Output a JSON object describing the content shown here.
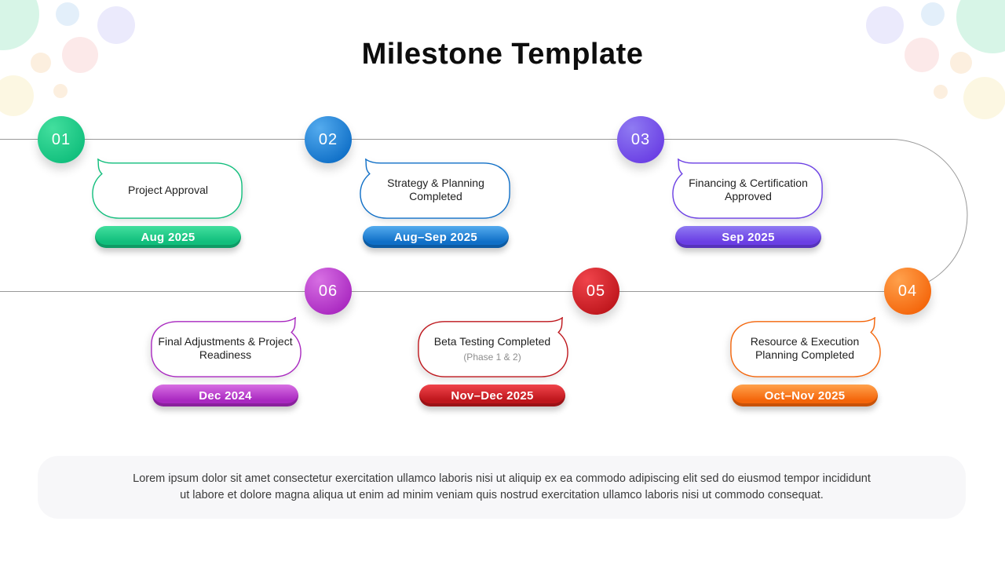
{
  "title": "Milestone Template",
  "timeline": {
    "line_color": "#999999"
  },
  "milestones": [
    {
      "number": "01",
      "title": "Project Approval",
      "subtitle": "",
      "date": "Aug 2025",
      "color_light": "#43df9e",
      "color_dark": "#10be7c"
    },
    {
      "number": "02",
      "title": "Strategy & Planning Completed",
      "subtitle": "",
      "date": "Aug–Sep 2025",
      "color_light": "#54abee",
      "color_dark": "#0f6fc7"
    },
    {
      "number": "03",
      "title": "Financing & Certification Approved",
      "subtitle": "",
      "date": "Sep 2025",
      "color_light": "#8f7bf2",
      "color_dark": "#6a3ee4"
    },
    {
      "number": "04",
      "title": "Resource & Execution Planning Completed",
      "subtitle": "",
      "date": "Oct–Nov 2025",
      "color_light": "#ffa14c",
      "color_dark": "#f4650a"
    },
    {
      "number": "05",
      "title": "Beta Testing Completed",
      "subtitle": "(Phase 1 & 2)",
      "date": "Nov–Dec 2025",
      "color_light": "#f0444b",
      "color_dark": "#be161c"
    },
    {
      "number": "06",
      "title": "Final Adjustments & Project Readiness",
      "subtitle": "",
      "date": "Dec 2024",
      "color_light": "#d76fe3",
      "color_dark": "#a928c0"
    }
  ],
  "footer": {
    "line1": "Lorem ipsum dolor sit amet consectetur exercitation ullamco laboris nisi ut aliquip ex ea commodo adipiscing elit sed do eiusmod tempor incididunt",
    "line2": "ut labore et dolore magna aliqua ut enim ad minim veniam quis nostrud exercitation ullamco laboris nisi ut commodo consequat."
  }
}
